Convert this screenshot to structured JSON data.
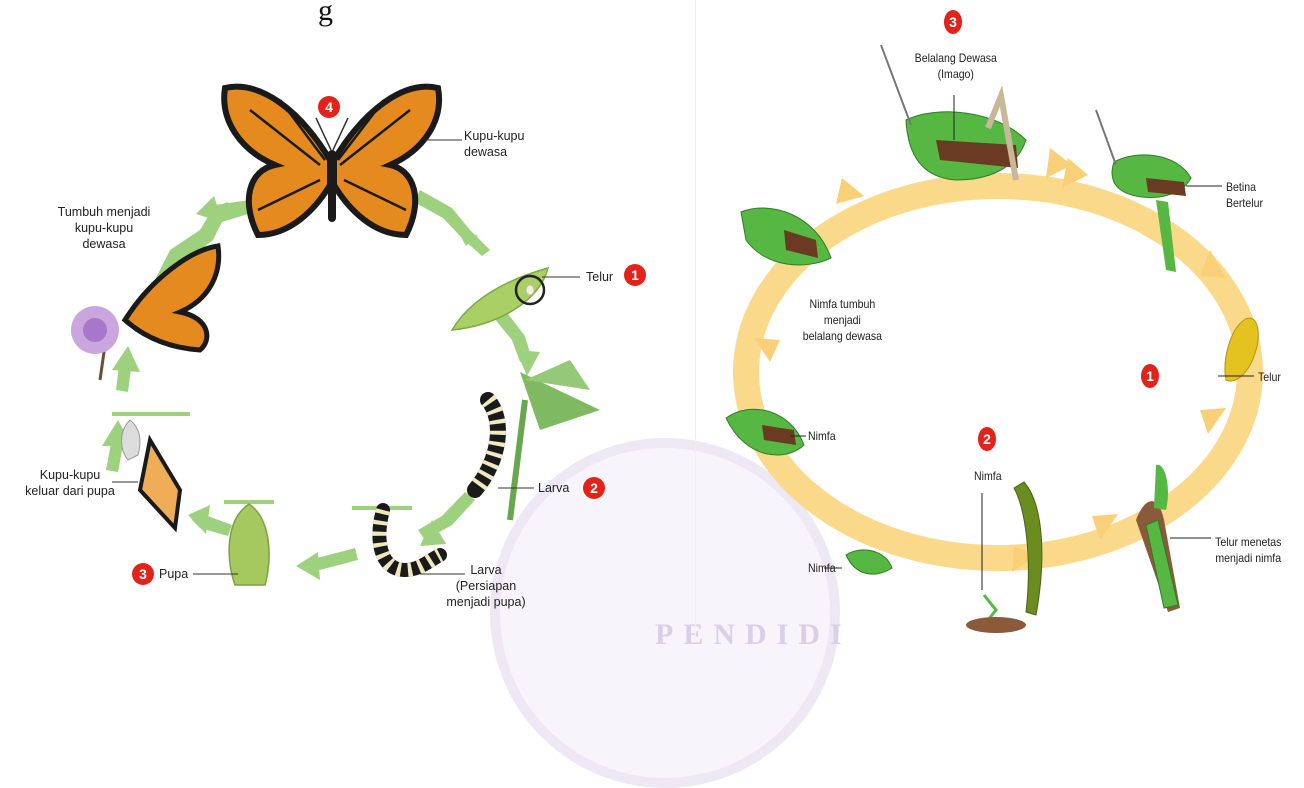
{
  "header": {
    "text": "g"
  },
  "butterfly": {
    "stages": [
      {
        "number": "4",
        "label": "Kupu-kupu\ndewasa"
      },
      {
        "number": "1",
        "label": "Telur"
      },
      {
        "number": "2",
        "label": "Larva"
      },
      {
        "number": "",
        "label": "Larva\n(Persiapan\nmenjadi pupa)"
      },
      {
        "number": "3",
        "label": "Pupa"
      },
      {
        "number": "",
        "label": "Kupu-kupu\nkeluar dari pupa"
      },
      {
        "number": "",
        "label": "Tumbuh menjadi\nkupu-kupu\ndewasa"
      }
    ]
  },
  "grasshopper": {
    "stages": [
      {
        "number": "3",
        "label": "Belalang Dewasa\n(Imago)"
      },
      {
        "number": "",
        "label": "Betina Bertelur"
      },
      {
        "number": "1",
        "label": "Telur"
      },
      {
        "number": "",
        "label": "Telur menetas\nmenjadi nimfa"
      },
      {
        "number": "2",
        "label": "Nimfa"
      },
      {
        "number": "",
        "label": "Nimfa"
      },
      {
        "number": "",
        "label": "Nimfa"
      },
      {
        "number": "",
        "label": "Nimfa tumbuh\nmenjadi\nbelalang dewasa"
      }
    ]
  },
  "watermark": {
    "text": "PENDIDI"
  }
}
